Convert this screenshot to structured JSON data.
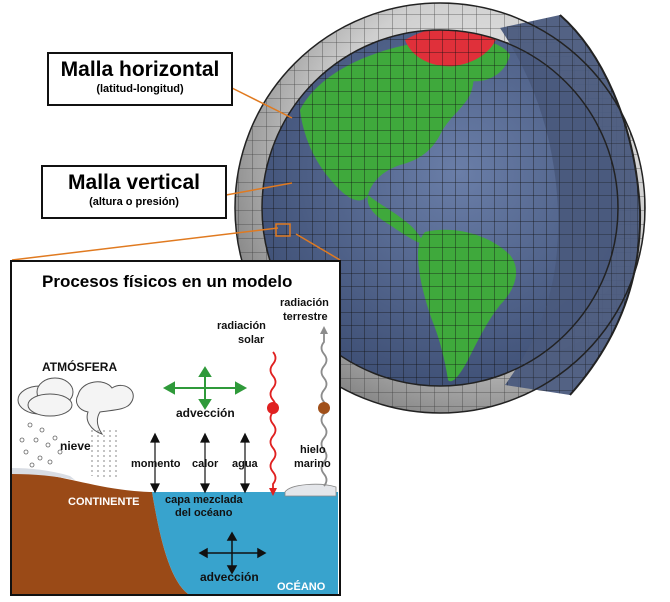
{
  "callouts": {
    "horizontal_title": "Malla horizontal",
    "horizontal_sub": "(latitud-longitud)",
    "vertical_title": "Malla vertical",
    "vertical_sub": "(altura o presión)"
  },
  "inset": {
    "title": "Procesos físicos en un modelo",
    "atmosfera": "ATMÓSFERA",
    "adveccion_air": "advección",
    "nieve": "nieve",
    "momento": "momento",
    "calor": "calor",
    "agua": "agua",
    "radiacion_solar_1": "radiación",
    "radiacion_solar_2": "solar",
    "radiacion_terrestre_1": "radiación",
    "radiacion_terrestre_2": "terrestre",
    "hielo_1": "hielo",
    "hielo_2": "marino",
    "continente": "CONTINENTE",
    "capa_1": "capa mezclada",
    "capa_2": "del océano",
    "adveccion_ocean": "advección",
    "oceano": "OCÉANO"
  },
  "colors": {
    "land": "#3fa93c",
    "ocean_globe": "#4b5f86",
    "shell": "#d9d9d9",
    "ice_cap": "#e0303a",
    "continent_soil": "#9a4a17",
    "ocean_water": "#38a3cd",
    "solar_ray": "#e02020",
    "terrestrial_ray": "#8c8c8c",
    "advection_arrow": "#2f9a3a"
  }
}
